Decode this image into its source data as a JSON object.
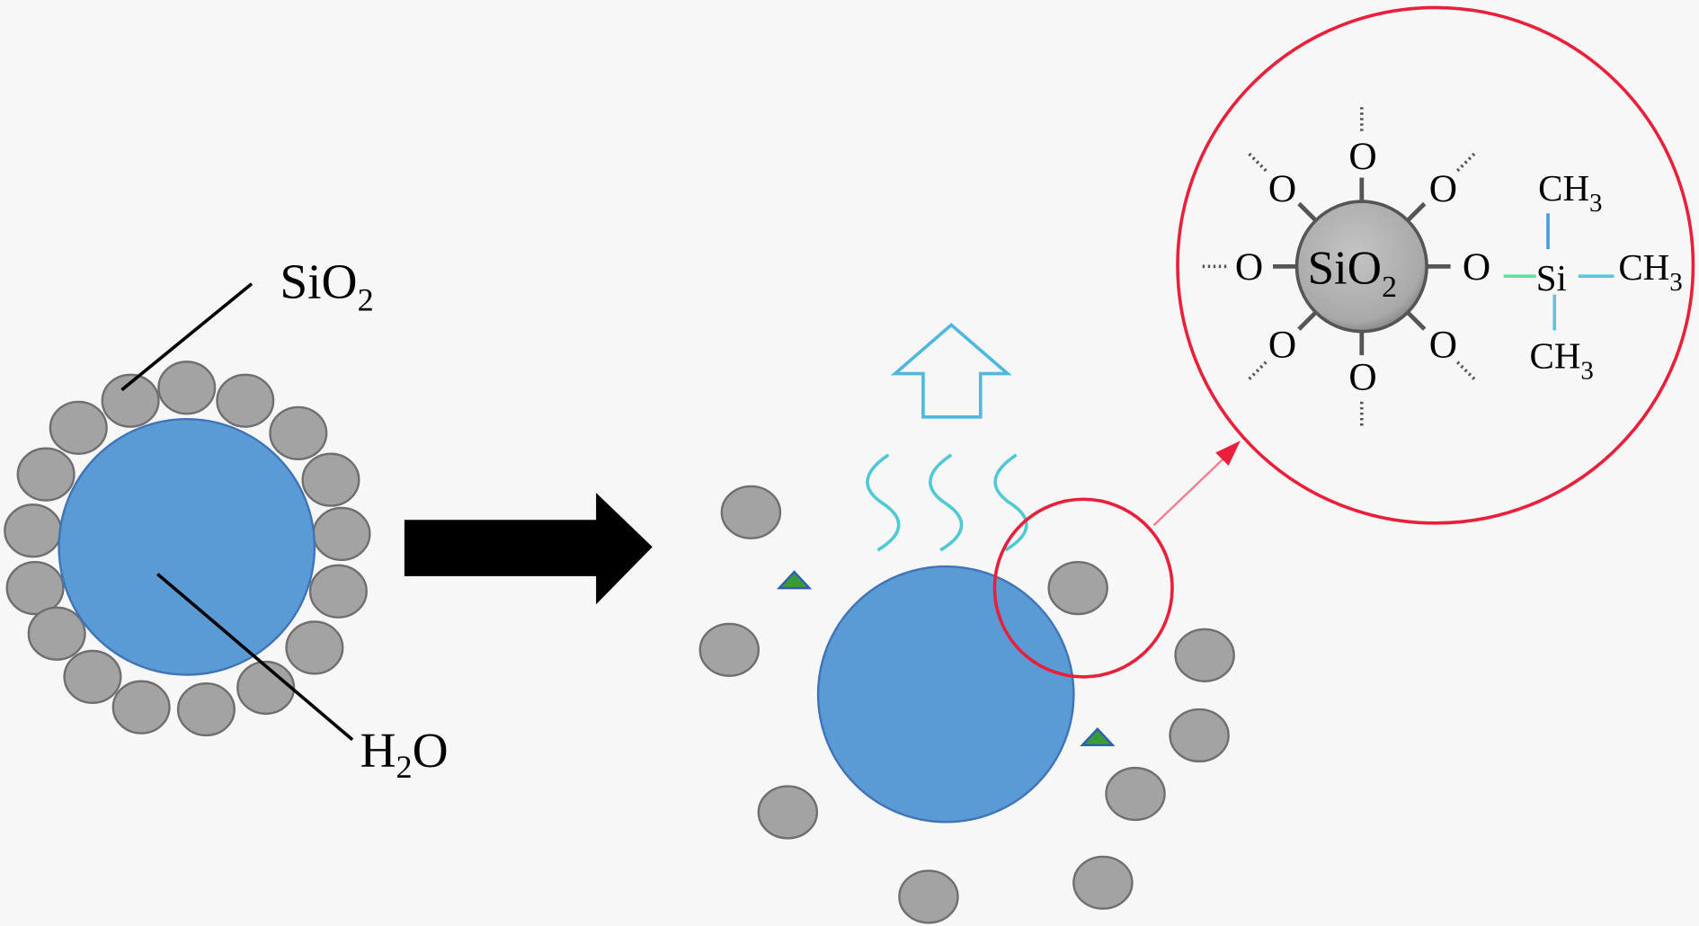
{
  "left_labels": {
    "silica": {
      "main": "SiO",
      "sub": "2"
    },
    "water": {
      "pre": "H",
      "sub": "2",
      "post": "O"
    }
  },
  "inset": {
    "core": {
      "main": "SiO",
      "sub": "2"
    },
    "oxygen": "O",
    "silicon": "Si",
    "methyl": {
      "main": "CH",
      "sub": "3"
    }
  },
  "colors": {
    "water": "#5b9bd5",
    "particle": "#a3a3a3",
    "highlight": "#e8203a",
    "vapor": "#4fc9d6",
    "triangle": "#3a9a3a"
  }
}
